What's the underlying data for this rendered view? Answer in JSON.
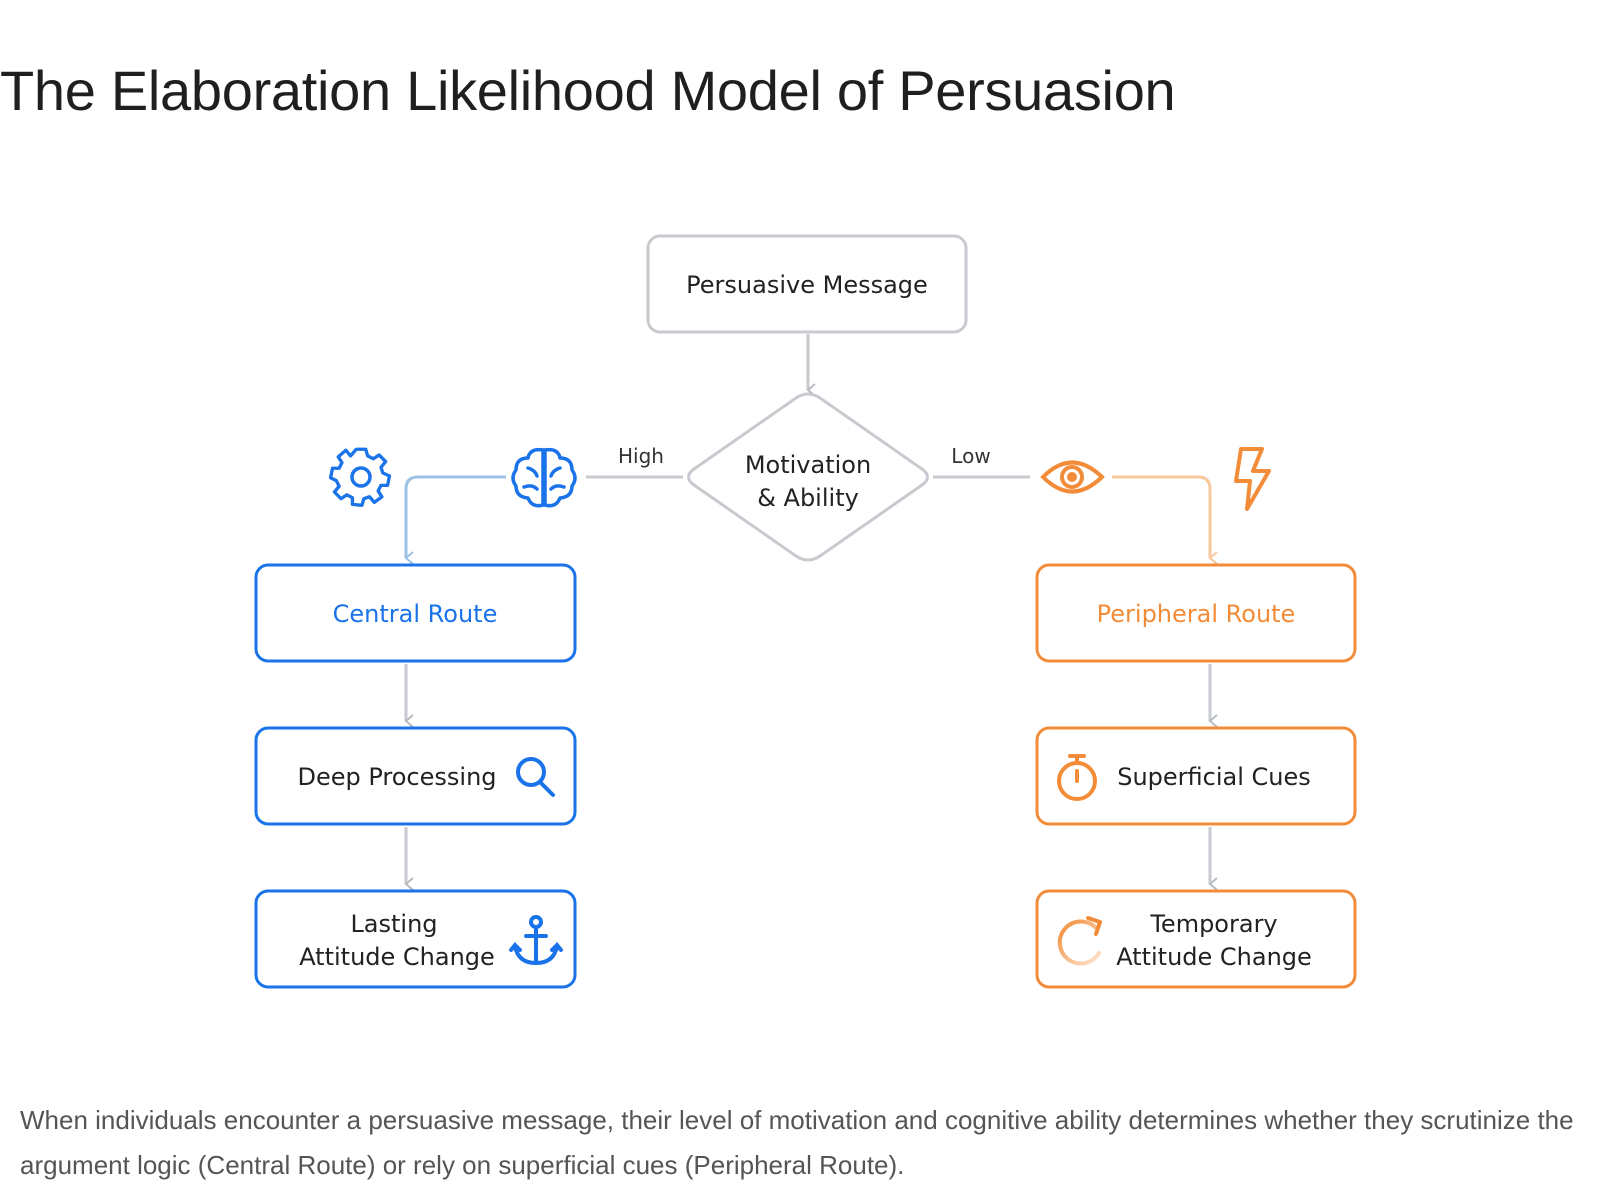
{
  "title": "The Elaboration Likelihood Model of Persuasion",
  "nodes": {
    "message": "Persuasive Message",
    "decision": [
      "Motivation",
      "& Ability"
    ],
    "central_route": "Central Route",
    "deep_processing": "Deep Processing",
    "lasting_change": [
      "Lasting",
      "Attitude Change"
    ],
    "peripheral_route": "Peripheral Route",
    "superficial_cues": "Superficial Cues",
    "temporary_change": [
      "Temporary",
      "Attitude Change"
    ]
  },
  "edge_labels": {
    "high": "High",
    "low": "Low"
  },
  "caption": "When individuals encounter a persuasive message, their level of motivation and cognitive ability determines whether they scrutinize the argument logic (Central Route) or rely on superficial cues (Peripheral Route).",
  "colors": {
    "central": "#1a73e8",
    "central_connector": "#9cc1e6",
    "peripheral": "#f28c38",
    "peripheral_connector": "#f7c79d",
    "neutral": "#c7cacf"
  },
  "icons": [
    "gear-icon",
    "brain-icon",
    "eye-icon",
    "lightning-icon",
    "magnifier-icon",
    "anchor-icon",
    "stopwatch-icon",
    "refresh-icon"
  ]
}
